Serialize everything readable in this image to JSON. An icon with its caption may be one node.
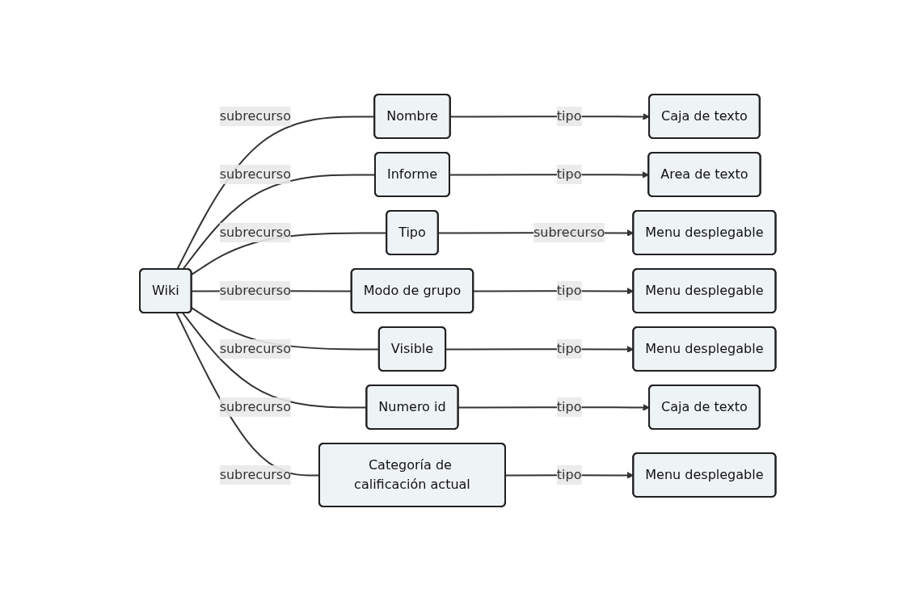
{
  "diagram": {
    "nodes": [
      {
        "text": [
          "Wiki"
        ]
      },
      {
        "text": [
          "Nombre"
        ]
      },
      {
        "text": [
          "Caja de texto"
        ]
      },
      {
        "text": [
          "Informe"
        ]
      },
      {
        "text": [
          "Area de texto"
        ]
      },
      {
        "text": [
          "Tipo"
        ]
      },
      {
        "text": [
          "Menu desplegable"
        ]
      },
      {
        "text": [
          "Modo de grupo"
        ]
      },
      {
        "text": [
          "Menu desplegable"
        ]
      },
      {
        "text": [
          "Visible"
        ]
      },
      {
        "text": [
          "Menu desplegable"
        ]
      },
      {
        "text": [
          "Numero id"
        ]
      },
      {
        "text": [
          "Caja de texto"
        ]
      },
      {
        "text": [
          "Categoría de calificación actual"
        ]
      },
      {
        "text": [
          "Menu desplegable"
        ]
      }
    ],
    "edges": [
      {
        "from": 0,
        "to": 1,
        "label": "subrecurso",
        "arrow": "none"
      },
      {
        "from": 0,
        "to": 3,
        "label": "subrecurso",
        "arrow": "none"
      },
      {
        "from": 0,
        "to": 5,
        "label": "subrecurso",
        "arrow": "none"
      },
      {
        "from": 0,
        "to": 7,
        "label": "subrecurso",
        "arrow": "none"
      },
      {
        "from": 0,
        "to": 9,
        "label": "subrecurso",
        "arrow": "none"
      },
      {
        "from": 0,
        "to": 11,
        "label": "subrecurso",
        "arrow": "none"
      },
      {
        "from": 0,
        "to": 13,
        "label": "subrecurso",
        "arrow": "none"
      },
      {
        "from": 1,
        "to": 2,
        "label": "tipo",
        "arrow": "to"
      },
      {
        "from": 3,
        "to": 4,
        "label": "tipo",
        "arrow": "to"
      },
      {
        "from": 5,
        "to": 6,
        "label": "subrecurso",
        "arrow": "to"
      },
      {
        "from": 7,
        "to": 8,
        "label": "tipo",
        "arrow": "to"
      },
      {
        "from": 9,
        "to": 10,
        "label": "tipo",
        "arrow": "to"
      },
      {
        "from": 11,
        "to": 12,
        "label": "tipo",
        "arrow": "to"
      },
      {
        "from": 13,
        "to": 14,
        "label": "tipo",
        "arrow": "to"
      }
    ]
  }
}
